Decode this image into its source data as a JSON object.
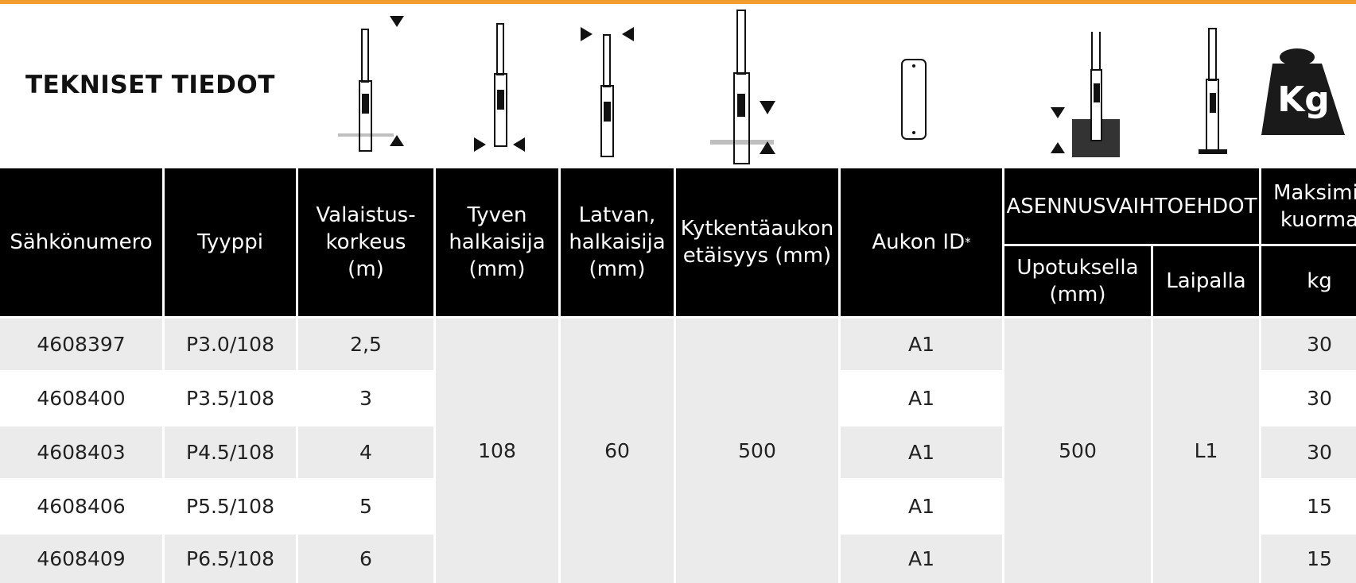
{
  "accent_color": "#f39c2e",
  "title": "TEKNISET TIEDOT",
  "header_icons": [
    "pole-lighting-height-icon",
    "pole-base-diameter-icon",
    "pole-top-diameter-icon",
    "pole-hatch-distance-icon",
    "hatch-id-icon",
    "pole-embedded-install-icon",
    "pole-flange-install-icon",
    "weight-kg-icon"
  ],
  "weight_icon_text": "Kg",
  "headers": {
    "sahkonumero": "Sähkönumero",
    "tyyppi": "Tyyppi",
    "valaistuskorkeus": "Valaistus-\nkorkeus\n(m)",
    "tyven_halkaisija": "Tyven\nhalkaisija\n(mm)",
    "latvan_halkaisija": "Latvan,\nhalkaisija\n(mm)",
    "kytkentaaukon_etaisyys": "Kytkentäaukon\netäisyys (mm)",
    "aukon_id": "Aukon ID",
    "aukon_id_mark": "*",
    "asennusvaihtoehdot": "ASENNUSVAIHTOEHDOT",
    "upotuksella": "Upotuksella\n(mm)",
    "laipalla": "Laipalla",
    "maksimikuorma": "Maksimi-\nkuorma",
    "kg": "kg"
  },
  "rows": [
    {
      "sahkonumero": "4608397",
      "tyyppi": "P3.0/108",
      "korkeus": "2,5",
      "aukon_id": "A1",
      "kuorma": "30"
    },
    {
      "sahkonumero": "4608400",
      "tyyppi": "P3.5/108",
      "korkeus": "3",
      "aukon_id": "A1",
      "kuorma": "30"
    },
    {
      "sahkonumero": "4608403",
      "tyyppi": "P4.5/108",
      "korkeus": "4",
      "aukon_id": "A1",
      "kuorma": "30"
    },
    {
      "sahkonumero": "4608406",
      "tyyppi": "P5.5/108",
      "korkeus": "5",
      "aukon_id": "A1",
      "kuorma": "15"
    },
    {
      "sahkonumero": "4608409",
      "tyyppi": "P6.5/108",
      "korkeus": "6",
      "aukon_id": "A1",
      "kuorma": "15"
    }
  ],
  "shared": {
    "tyven_halkaisija": "108",
    "latvan_halkaisija": "60",
    "kytkentaaukon_etaisyys": "500",
    "upotuksella": "500",
    "laipalla": "L1"
  }
}
